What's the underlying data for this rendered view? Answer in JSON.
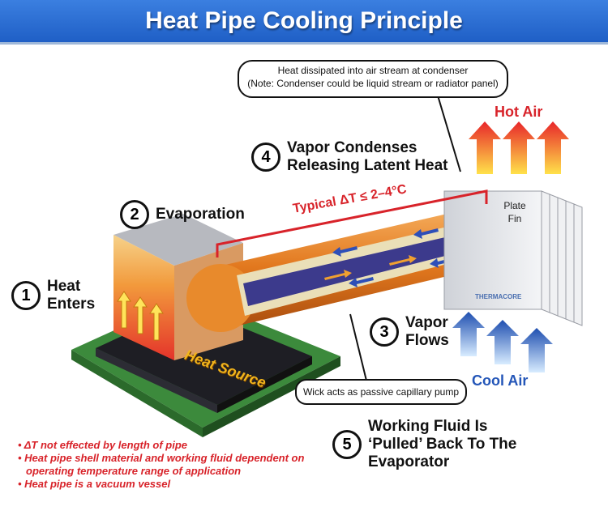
{
  "title": "Heat Pipe Cooling Principle",
  "steps": [
    {
      "num": "1",
      "label": "Heat Enters"
    },
    {
      "num": "2",
      "label": "Evaporation"
    },
    {
      "num": "3",
      "label": "Vapor Flows"
    },
    {
      "num": "4",
      "label": "Vapor Condenses Releasing Latent Heat"
    },
    {
      "num": "5",
      "label": "Working Fluid Is ‘Pulled’ Back To The Evaporator"
    }
  ],
  "callouts": {
    "condenser_line1": "Heat dissipated into air stream at condenser",
    "condenser_line2": "(Note: Condenser could be liquid stream or radiator panel)",
    "wick": "Wick acts as passive capillary pump"
  },
  "labels": {
    "delta_t": "Typical ΔT ≤ 2–4°C",
    "hot_air": "Hot Air",
    "cool_air": "Cool Air",
    "plate_fin": "Plate Fin",
    "heat_source": "Heat Source",
    "brand": "THERMACORE"
  },
  "notes": [
    "ΔT not effected by length of pipe",
    "Heat pipe shell material and working fluid dependent on operating temperature range of application",
    "Heat pipe is a vacuum vessel"
  ],
  "colors": {
    "banner": "#2a6ad4",
    "red": "#d8232a",
    "blue": "#2456b8",
    "pipe": "#e2781e",
    "vapor": "#3c3a8c",
    "wick": "#eadfb8"
  }
}
